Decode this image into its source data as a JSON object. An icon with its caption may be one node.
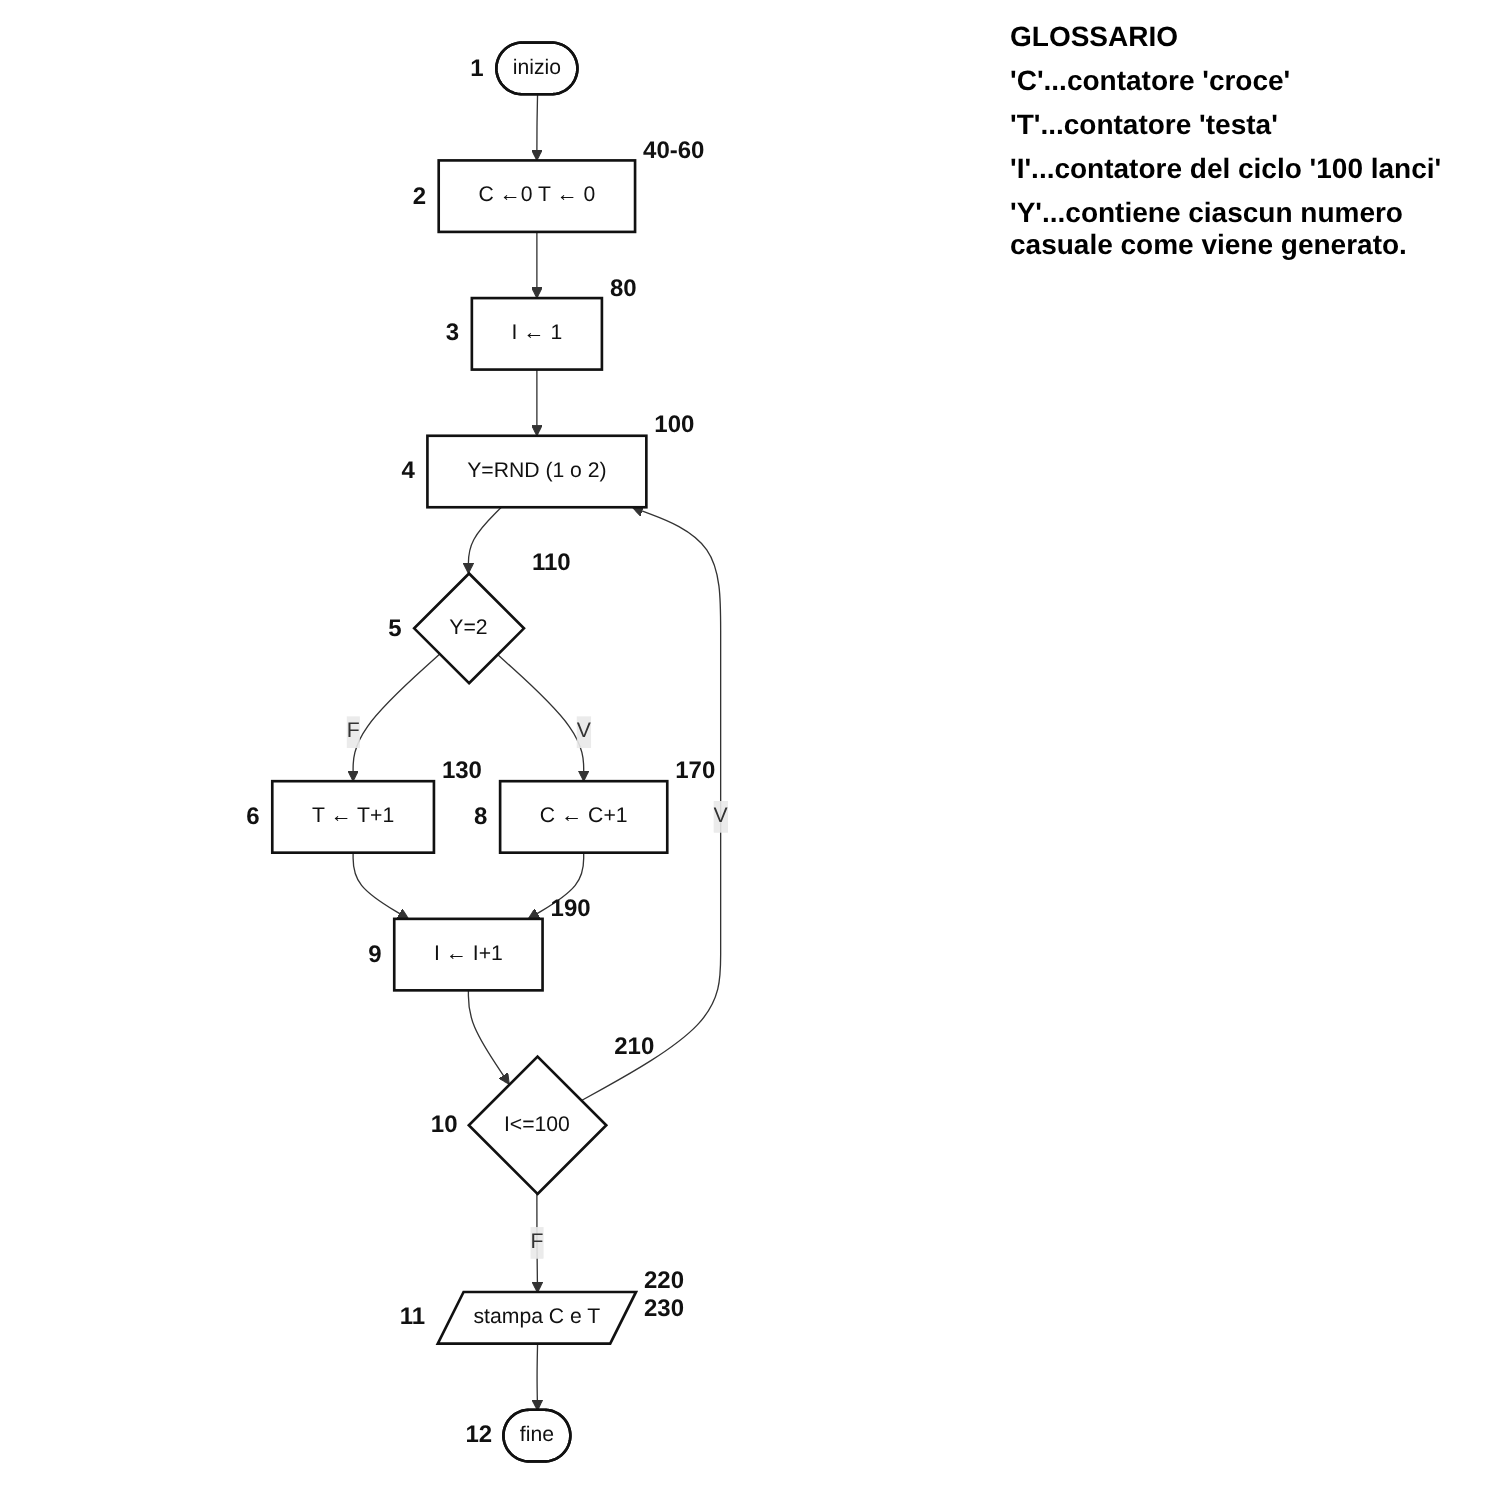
{
  "diagram": {
    "nodes": [
      {
        "text": [
          "inizio"
        ],
        "beside": [
          "1"
        ]
      },
      {
        "text": [
          "C ←0 T ← 0"
        ],
        "beside": [
          "2",
          "40-60"
        ]
      },
      {
        "text": [
          "I ← 1"
        ],
        "beside": [
          "3",
          "80"
        ]
      },
      {
        "text": [
          "Y=RND (1 o 2)"
        ],
        "beside": [
          "4",
          "100"
        ]
      },
      {
        "text": [
          "Y=2"
        ],
        "beside": [
          "5",
          "110"
        ]
      },
      {
        "text": [
          "T ← T+1"
        ],
        "beside": [
          "6",
          "130"
        ]
      },
      {
        "text": [
          "C ← C+1"
        ],
        "beside": [
          "8",
          "170"
        ]
      },
      {
        "text": [
          "I ← I+1"
        ],
        "beside": [
          "9",
          "190"
        ]
      },
      {
        "text": [
          "I<=100"
        ],
        "beside": [
          "10",
          "210"
        ]
      },
      {
        "text": [
          "stampa C e T"
        ],
        "beside": [
          "11",
          "220",
          "230"
        ]
      },
      {
        "text": [
          "fine"
        ],
        "beside": [
          "12"
        ]
      }
    ],
    "edges": [
      {
        "from": 0,
        "to": 1,
        "arrow": "to"
      },
      {
        "from": 1,
        "to": 2,
        "arrow": "to"
      },
      {
        "from": 2,
        "to": 3,
        "arrow": "to"
      },
      {
        "from": 3,
        "to": 4,
        "arrow": "to"
      },
      {
        "from": 4,
        "to": 6,
        "arrow": "to",
        "label": "V"
      },
      {
        "from": 4,
        "to": 5,
        "arrow": "to",
        "label": "F"
      },
      {
        "from": 5,
        "to": 7,
        "arrow": "to"
      },
      {
        "from": 6,
        "to": 7,
        "arrow": "to"
      },
      {
        "from": 7,
        "to": 8,
        "arrow": "to"
      },
      {
        "from": 8,
        "to": 3,
        "arrow": "to",
        "label": "V"
      },
      {
        "from": 8,
        "to": 9,
        "arrow": "to",
        "label": "F"
      },
      {
        "from": 9,
        "to": 10,
        "arrow": "to"
      }
    ],
    "labels": [
      "GLOSSARIO",
      "'C'...contatore 'croce'",
      "'T'...contatore 'testa'",
      "'I'...contatore del ciclo '100 lanci'",
      "'Y'...contiene ciascun numero casuale come viene generato."
    ]
  }
}
